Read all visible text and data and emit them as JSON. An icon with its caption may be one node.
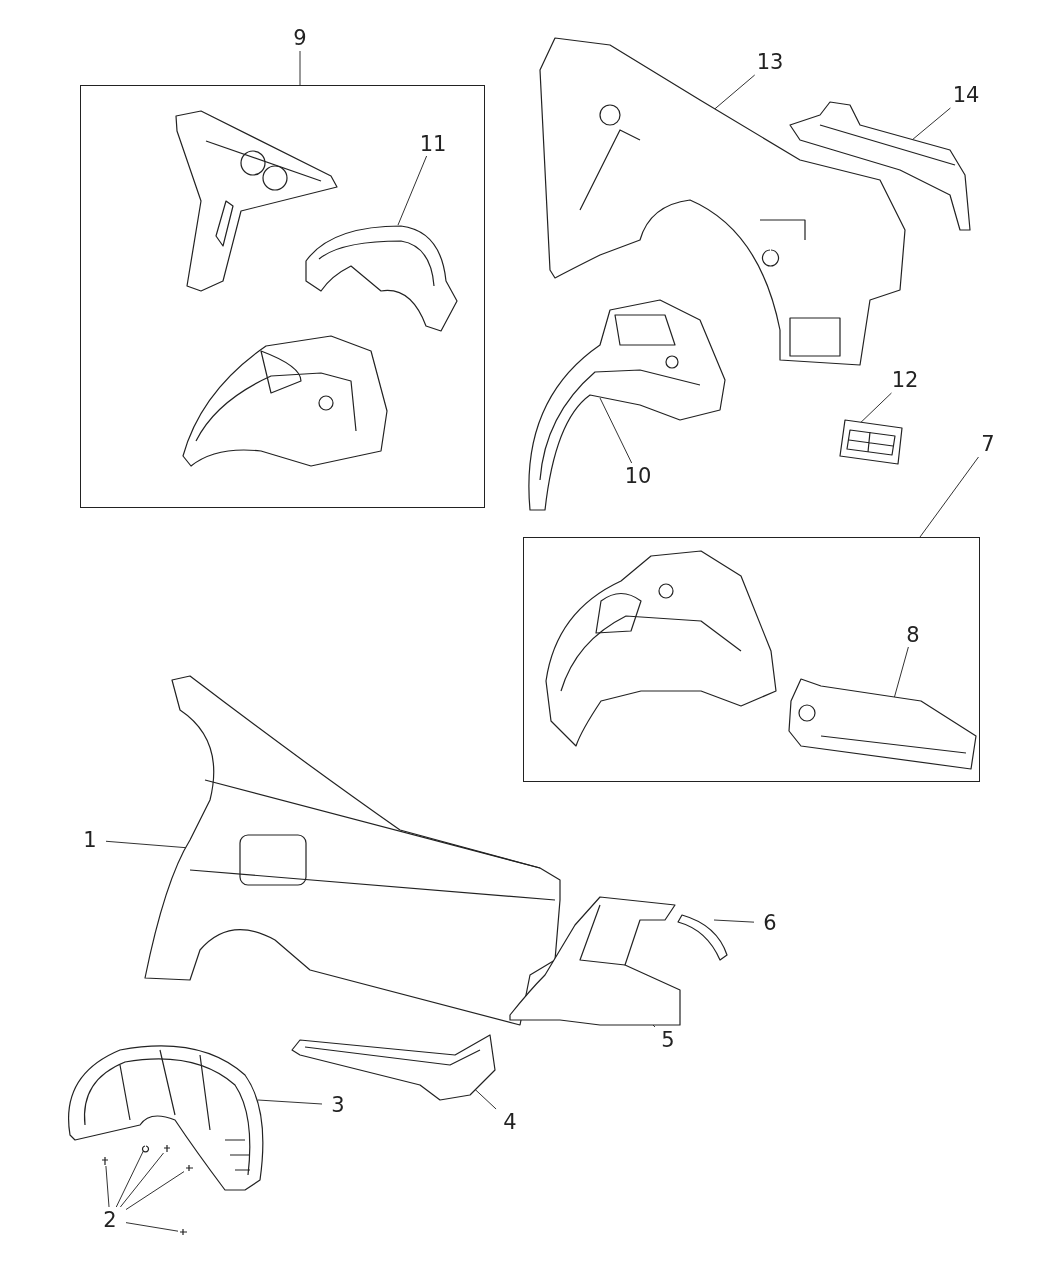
{
  "diagram": {
    "nodes": [
      {
        "text": [
          "9"
        ]
      },
      {
        "text": [],
        "shape": "box"
      },
      {
        "text": [],
        "shape": "picture",
        "in": 1
      },
      {
        "text": [
          "11"
        ],
        "in": 1
      },
      {
        "text": [],
        "shape": "picture",
        "in": 1
      },
      {
        "text": [],
        "shape": "picture",
        "in": 1
      },
      {
        "text": [
          "13"
        ]
      },
      {
        "text": [],
        "shape": "picture"
      },
      {
        "text": [
          "14"
        ]
      },
      {
        "text": [],
        "shape": "picture"
      },
      {
        "text": [],
        "shape": "picture"
      },
      {
        "text": [
          "10"
        ]
      },
      {
        "text": [
          "12"
        ]
      },
      {
        "text": [],
        "shape": "picture"
      },
      {
        "text": [
          "7"
        ]
      },
      {
        "text": [],
        "shape": "box"
      },
      {
        "text": [],
        "shape": "picture",
        "in": 15
      },
      {
        "text": [
          "8"
        ],
        "in": 15
      },
      {
        "text": [],
        "shape": "picture",
        "in": 15
      },
      {
        "text": [
          "1"
        ]
      },
      {
        "text": [],
        "shape": "picture"
      },
      {
        "text": [],
        "shape": "picture"
      },
      {
        "text": [
          "6"
        ]
      },
      {
        "text": [],
        "shape": "picture"
      },
      {
        "text": [
          "5"
        ]
      },
      {
        "text": [],
        "shape": "picture"
      },
      {
        "text": [
          "4"
        ]
      },
      {
        "text": [],
        "shape": "picture"
      },
      {
        "text": [
          "3"
        ]
      },
      {
        "text": [],
        "shape": "picture"
      },
      {
        "text": [],
        "shape": "picture"
      },
      {
        "text": [],
        "shape": "picture"
      },
      {
        "text": [],
        "shape": "picture"
      },
      {
        "text": [],
        "shape": "picture"
      },
      {
        "text": [
          "2"
        ]
      }
    ],
    "edges": [
      {
        "from": 0,
        "to": 1,
        "arrow": "none"
      },
      {
        "from": 3,
        "to": 4,
        "arrow": "none"
      },
      {
        "from": 6,
        "to": 7,
        "arrow": "none"
      },
      {
        "from": 8,
        "to": 9,
        "arrow": "none"
      },
      {
        "from": 11,
        "to": 10,
        "arrow": "none"
      },
      {
        "from": 12,
        "to": 13,
        "arrow": "none"
      },
      {
        "from": 14,
        "to": 15,
        "arrow": "none"
      },
      {
        "from": 17,
        "to": 18,
        "arrow": "none"
      },
      {
        "from": 19,
        "to": 20,
        "arrow": "none"
      },
      {
        "from": 22,
        "to": 21,
        "arrow": "none"
      },
      {
        "from": 24,
        "to": 23,
        "arrow": "none"
      },
      {
        "from": 26,
        "to": 25,
        "arrow": "none"
      },
      {
        "from": 28,
        "to": 27,
        "arrow": "none"
      },
      {
        "from": 34,
        "to": 29,
        "arrow": "none"
      },
      {
        "from": 34,
        "to": 30,
        "arrow": "none"
      },
      {
        "from": 34,
        "to": 31,
        "arrow": "none"
      },
      {
        "from": 34,
        "to": 32,
        "arrow": "none"
      },
      {
        "from": 34,
        "to": 33,
        "arrow": "none"
      }
    ]
  }
}
